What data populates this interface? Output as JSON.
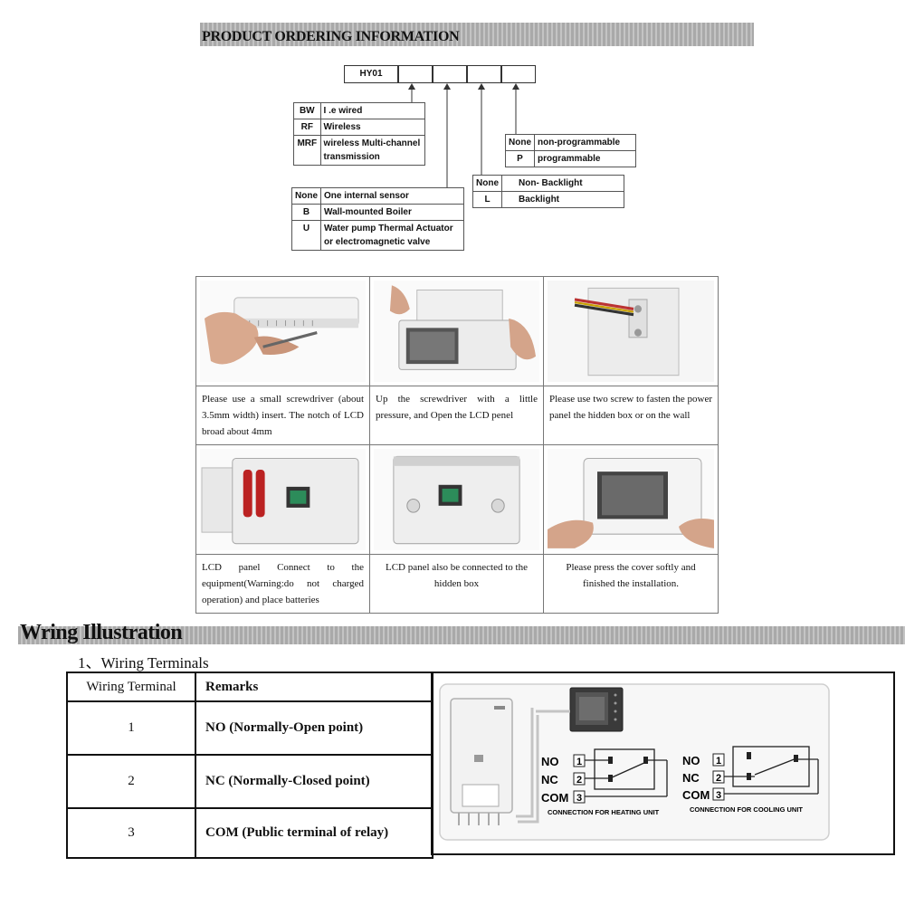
{
  "ordering": {
    "title": "PRODUCT ORDERING INFORMATION",
    "code_prefix": "HY01",
    "type_options": [
      {
        "code": "BW",
        "desc": "I .e wired"
      },
      {
        "code": "RF",
        "desc": "Wireless"
      },
      {
        "code": "MRF",
        "desc": "wireless Multi-channel transmission"
      }
    ],
    "sensor_options": [
      {
        "code": "None",
        "desc": "One internal sensor"
      },
      {
        "code": "B",
        "desc": "Wall-mounted Boiler"
      },
      {
        "code": "U",
        "desc": "Water pump Thermal Actuator or electromagnetic valve"
      }
    ],
    "backlight_options": [
      {
        "code": "None",
        "desc": "Non- Backlight"
      },
      {
        "code": "L",
        "desc": "Backlight"
      }
    ],
    "program_options": [
      {
        "code": "None",
        "desc": "non-programmable"
      },
      {
        "code": "P",
        "desc": "programmable"
      }
    ]
  },
  "install_steps": [
    {
      "caption": "Please use a small screwdriver (about 3.5mm width) insert. The notch of LCD broad about 4mm"
    },
    {
      "caption": "Up the screwdriver with a little pressure, and Open the LCD penel"
    },
    {
      "caption": "Please use two screw to fasten the power panel the hidden box or on the wall"
    },
    {
      "caption": "LCD panel Connect to the equipment(Warning:do not charged operation) and place batteries"
    },
    {
      "caption": "LCD panel also be connected to the hidden box"
    },
    {
      "caption": "Please press the cover softly and finished the installation."
    }
  ],
  "wiring": {
    "title": "Wring Illustration",
    "subtitle": "1、Wiring Terminals",
    "table_headers": [
      "Wiring Terminal",
      "Remarks"
    ],
    "rows": [
      {
        "terminal": "1",
        "remark": "NO (Normally-Open point)"
      },
      {
        "terminal": "2",
        "remark": "NC (Normally-Closed point)"
      },
      {
        "terminal": "3",
        "remark": "COM (Public terminal of relay)"
      }
    ],
    "diagram": {
      "labels": [
        "NO",
        "NC",
        "COM"
      ],
      "terminals": [
        "1",
        "2",
        "3"
      ],
      "heating_caption": "CONNECTION FOR HEATING UNIT",
      "cooling_caption": "CONNECTION FOR COOLING UNIT"
    }
  }
}
